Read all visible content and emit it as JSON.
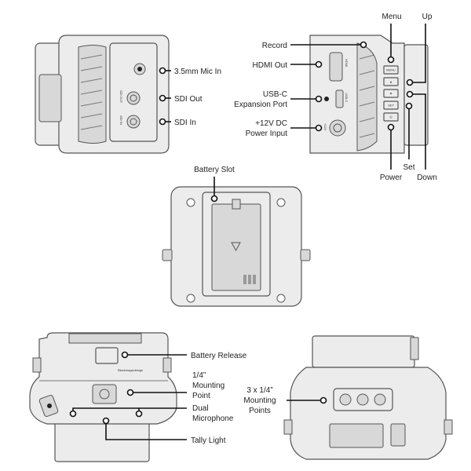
{
  "left_view": {
    "mic_in": "3.5mm Mic In",
    "sdi_out": "SDI Out",
    "sdi_in": "SDI In",
    "port_sdi_out": "SDI OUT",
    "port_sdi_in": "SDI IN"
  },
  "right_view": {
    "record": "Record",
    "hdmi_out": "HDMI Out",
    "usbc_line1": "USB-C",
    "usbc_line2": "Expansion Port",
    "power_in_line1": "+12V DC",
    "power_in_line2": "Power Input",
    "menu": "Menu",
    "up": "Up",
    "set": "Set",
    "down": "Down",
    "power": "Power",
    "btn_menu": "MENU",
    "btn_up": "▲",
    "btn_down": "▼",
    "btn_set": "SET",
    "btn_power": "⏻",
    "port_hdmi": "HDMI",
    "port_usbc": "USB-C",
    "port_12v": "+12V"
  },
  "rear_view": {
    "battery_slot": "Battery Slot"
  },
  "top_view": {
    "battery_release": "Battery Release",
    "mount_line1": "1/4”",
    "mount_line2": "Mounting",
    "mount_line3": "Point",
    "mic_line1": "Dual",
    "mic_line2": "Microphone",
    "tally": "Tally Light",
    "brand": "Blackmagicdesign"
  },
  "bottom_view": {
    "mounts_line1": "3 x 1/4”",
    "mounts_line2": "Mounting",
    "mounts_line3": "Points"
  }
}
